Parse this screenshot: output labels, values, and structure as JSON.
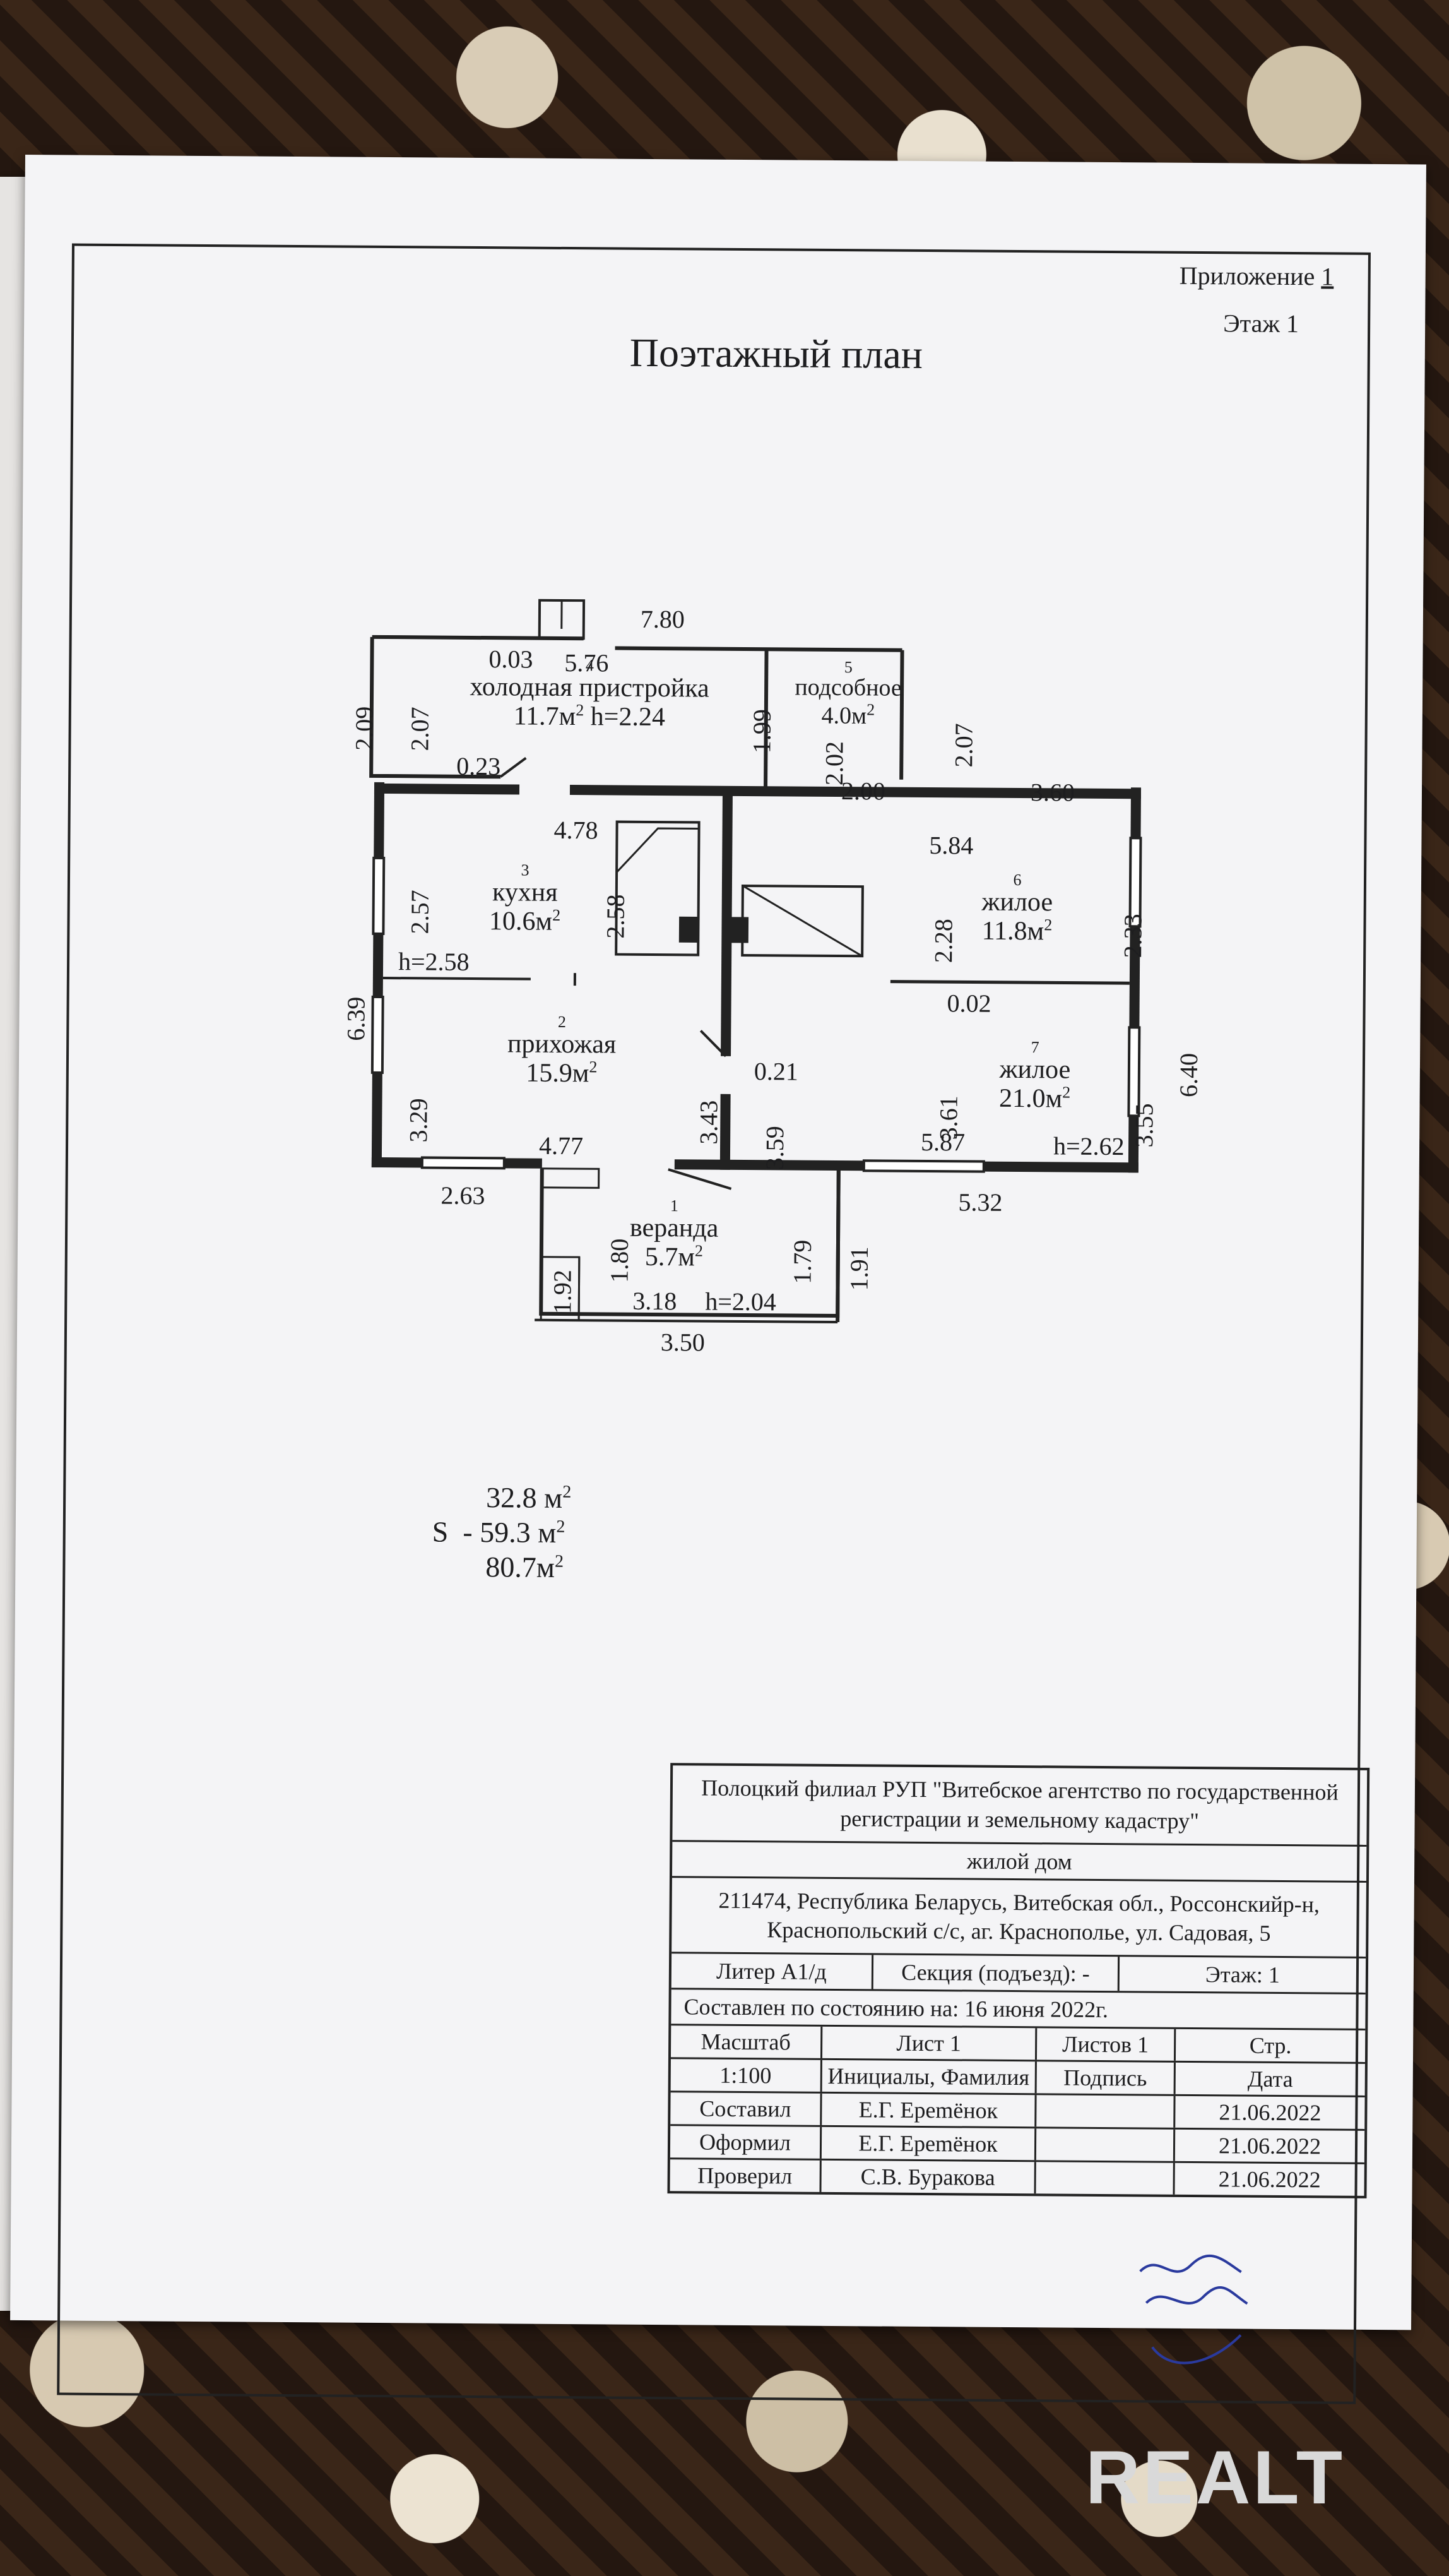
{
  "header": {
    "appendix_label": "Приложение",
    "appendix_number": "1",
    "floor": "Этаж 1",
    "title": "Поэтажный план"
  },
  "plan": {
    "dims": {
      "top_total": "7.80",
      "t1": "0.03",
      "t2": "5.76",
      "left_outer": "2.09",
      "left_inner": "2.07",
      "t_023": "0.23",
      "pantry_left": "1.99",
      "pantry_left2": "2.02",
      "pantry_bottom": "2.00",
      "pantry_right": "2.07",
      "right_top": "3.60",
      "kitchen_top": "4.78",
      "kitchen_left": "2.57",
      "kitchen_right": "2.58",
      "kitchen_h": "h=2.58",
      "left_total": "6.39",
      "hall_left": "3.29",
      "hall_right": "3.43",
      "hall_bottom": "4.77",
      "r6_top": "5.84",
      "r6_left": "2.28",
      "r6_right": "2.33",
      "d002": "0.02",
      "right_total": "6.40",
      "d021": "0.21",
      "r7_left": "3.61",
      "r7_inner_left": "3.59",
      "r7_right": "3.55",
      "r7_bottom": "5.87",
      "r7_h": "h=2.62",
      "bottom_right": "5.32",
      "bottom_left": "2.63",
      "ver_left": "1.80",
      "ver_right": "1.79",
      "ver_outer_right": "1.91",
      "ver_small": "1.92",
      "ver_width": "3.18",
      "ver_h": "h=2.04",
      "ver_bottom": "3.50"
    },
    "rooms": {
      "r4": {
        "no": "4",
        "name": "холодная пристройка",
        "area": "11.7м",
        "h": "h=2.24"
      },
      "r5": {
        "no": "5",
        "name": "подсобное",
        "area": "4.0м"
      },
      "r3": {
        "no": "3",
        "name": "кухня",
        "area": "10.6м"
      },
      "r6": {
        "no": "6",
        "name": "жилое",
        "area": "11.8м"
      },
      "r2": {
        "no": "2",
        "name": "прихожая",
        "area": "15.9м"
      },
      "r7": {
        "no": "7",
        "name": "жилое",
        "area": "21.0м"
      },
      "r1": {
        "no": "1",
        "name": "веранда",
        "area": "5.7м"
      }
    },
    "sq": "2"
  },
  "areas": {
    "a1": "32.8 м",
    "s_label": "S",
    "a2": "- 59.3 м",
    "a3": "80.7м",
    "sq": "2"
  },
  "stamp": {
    "org": "Полоцкий филиал РУП \"Витебское агентство по государственной регистрации и земельному кадастру\"",
    "object": "жилой дом",
    "address": "211474, Республика Беларусь, Витебская обл., Россонскийр-н, Краснопольский с/с, аг. Краснополье, ул. Садовая, 5",
    "liter": "Литер А1/д",
    "section": "Секция (подъезд): -",
    "floor": "Этаж: 1",
    "state": "Составлен по состоянию на: 16 июня 2022г.",
    "head1": [
      "Масштаб",
      "Лист      1",
      "Листов 1",
      "Стр."
    ],
    "head2": [
      "1:100",
      "Инициалы, Фамилия",
      "Подпись",
      "Дата"
    ],
    "rows": [
      [
        "Составил",
        "Е.Г. Ерemёнок",
        "",
        "21.06.2022"
      ],
      [
        "Оформил",
        "Е.Г. Ерemёнок",
        "",
        "21.06.2022"
      ],
      [
        "Проверил",
        "С.В. Буракова",
        "",
        "21.06.2022"
      ]
    ]
  },
  "watermark": "REALT"
}
